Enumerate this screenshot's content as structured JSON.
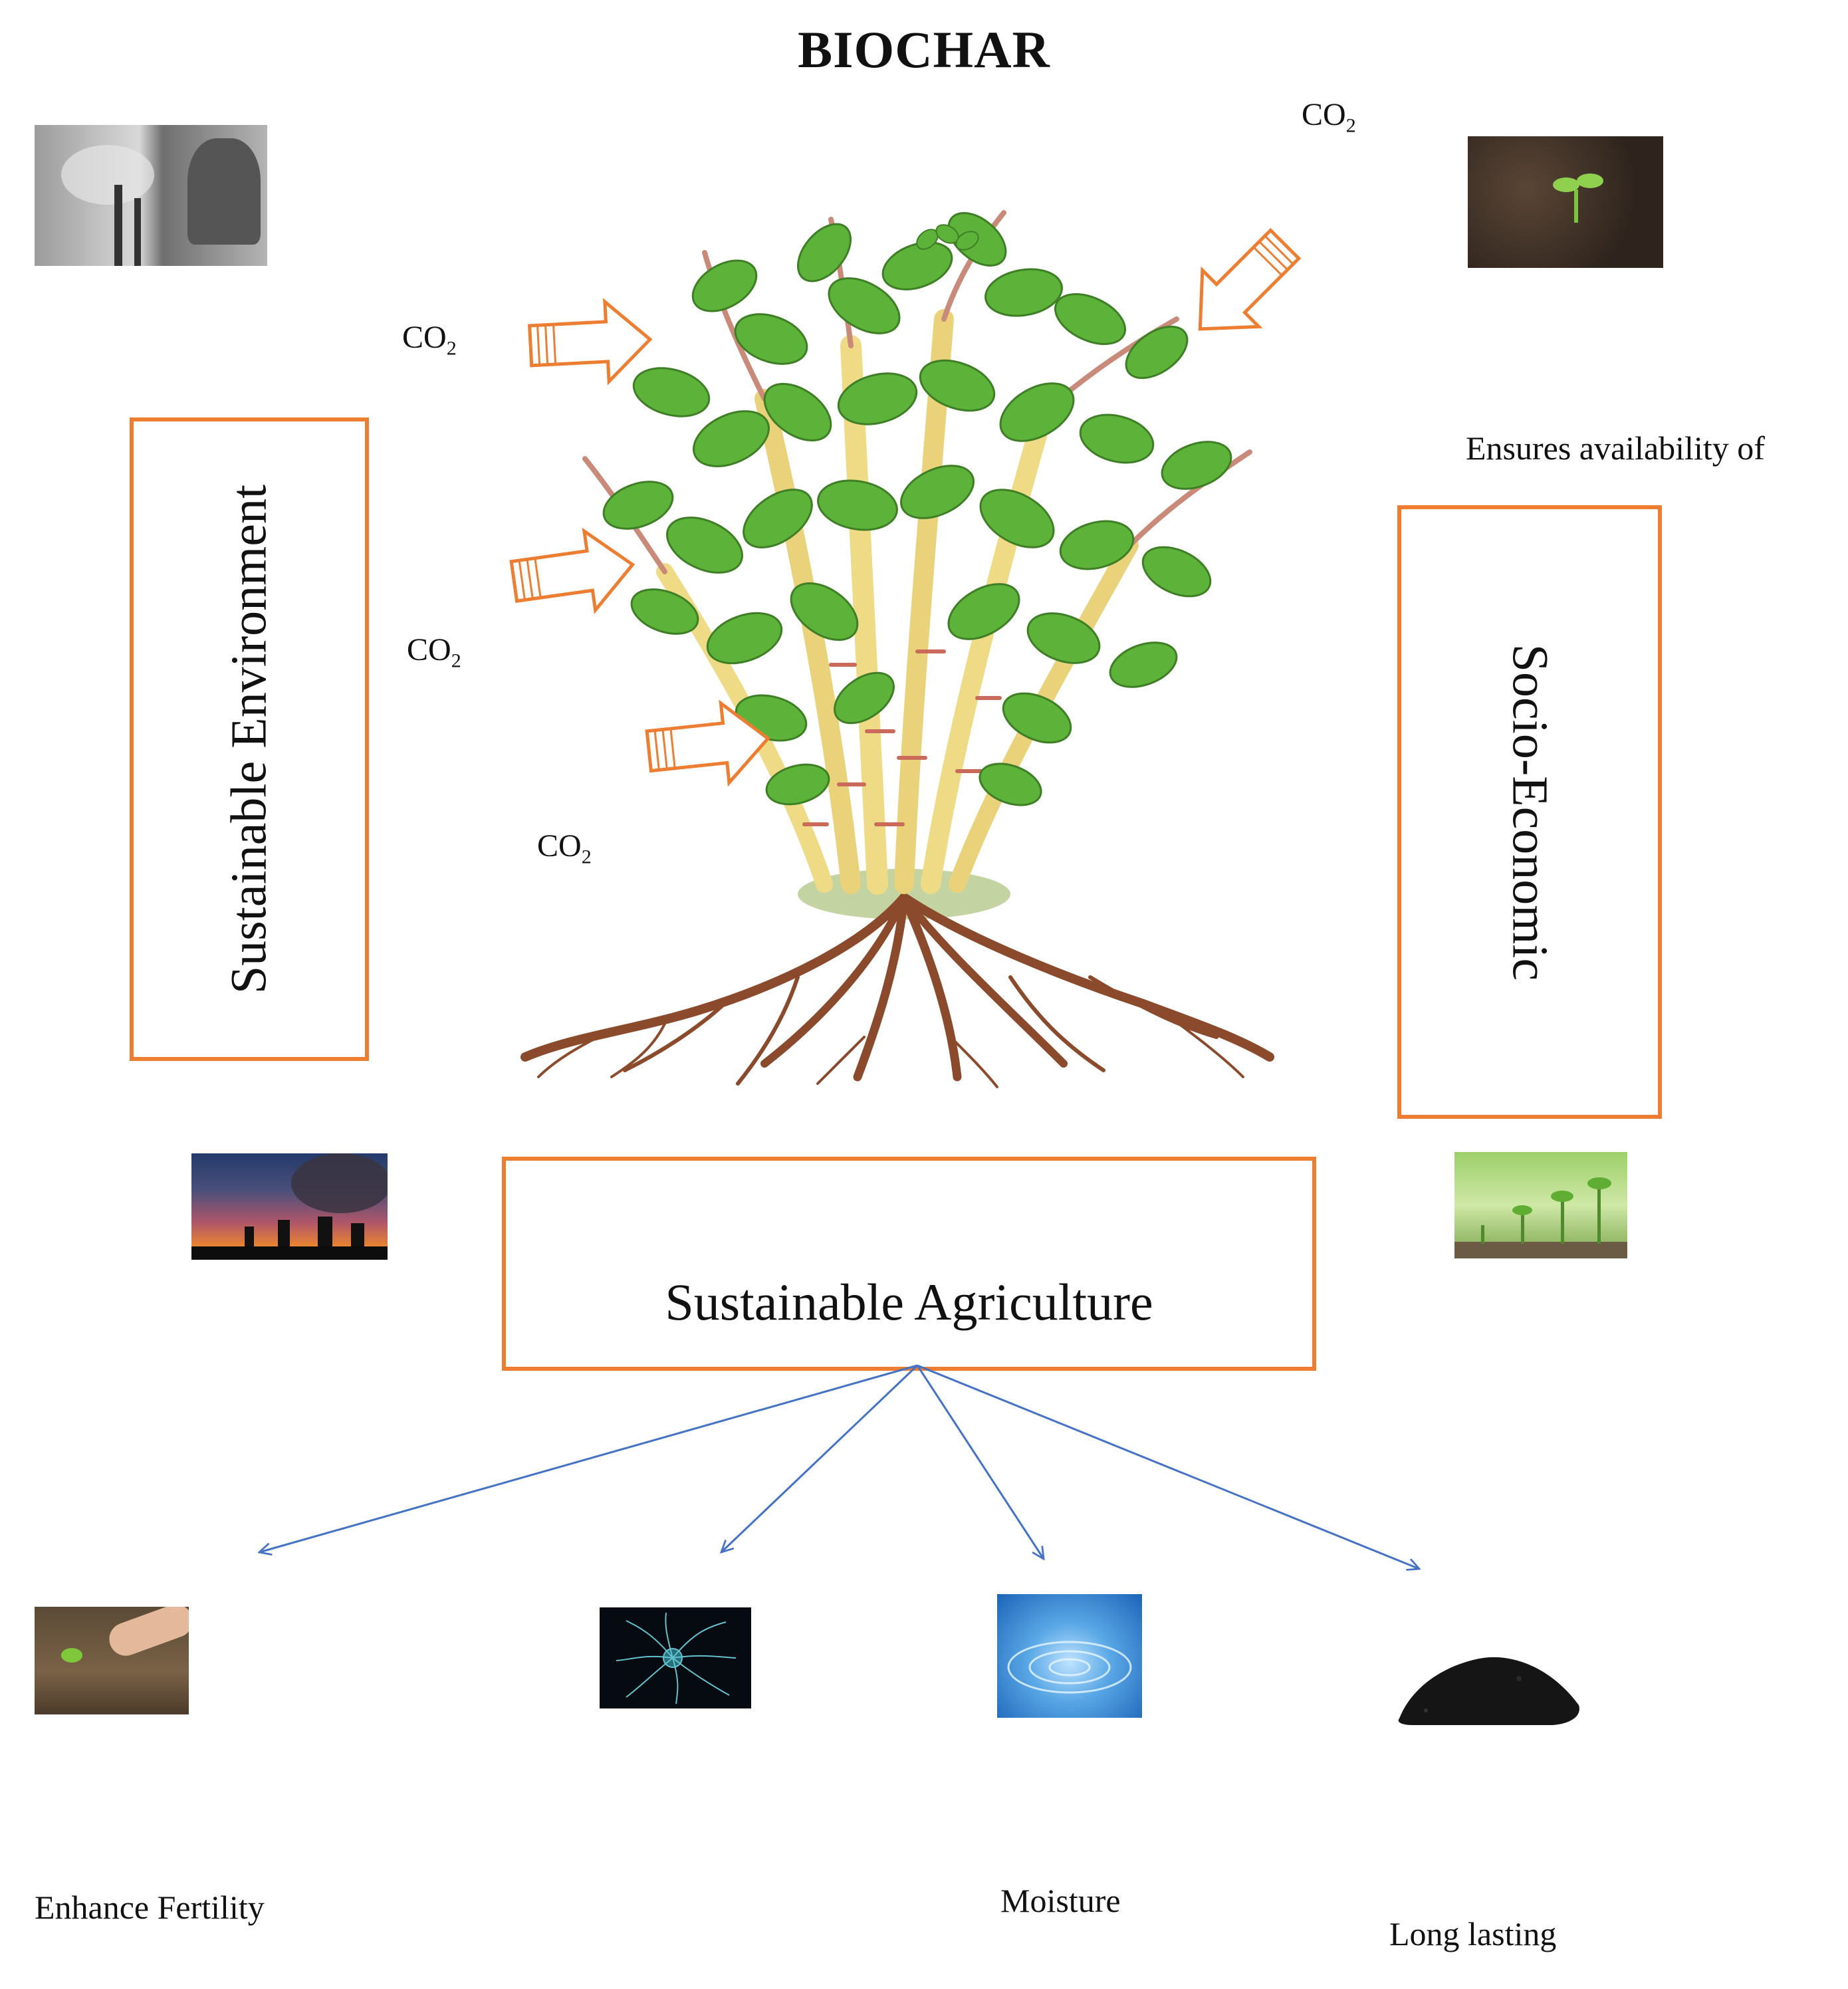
{
  "title": "BIOCHAR",
  "co2": {
    "base": "CO",
    "sub": "2"
  },
  "boxes": {
    "left": "Sustainable Environment",
    "right": "Socio-Economic",
    "bottom": "Sustainable Agriculture"
  },
  "right_note": "Ensures availability of",
  "outcomes": {
    "fertility": "Enhance Fertility",
    "moisture": "Moisture",
    "long_lasting": "Long lasting"
  },
  "colors": {
    "box_border": "#ED7D31",
    "connector": "#4472C4",
    "leaf": "#5DB23A",
    "root": "#8B4A2B"
  },
  "icons": {
    "top_left": "carbon-pollution-photo",
    "top_right": "soil-sprout-photo",
    "mid_left": "factory-smoke-photo",
    "mid_right": "seedlings-photo",
    "fertility": "hand-planting-photo",
    "microbe": "microorganism-photo",
    "water": "water-ripple-photo",
    "biochar": "biochar-pile-photo"
  }
}
